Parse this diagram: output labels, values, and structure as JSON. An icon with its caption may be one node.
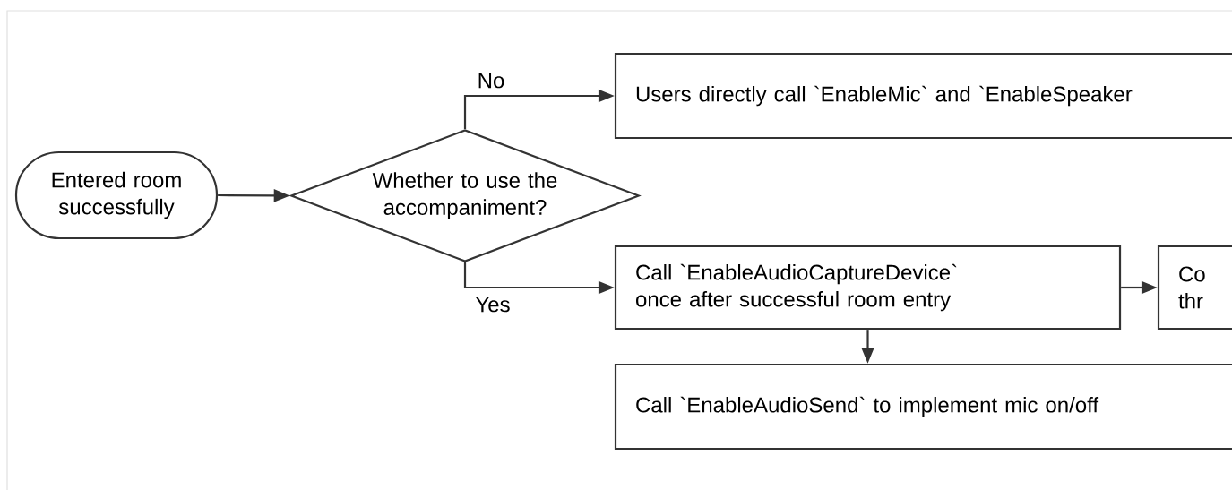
{
  "diagram": {
    "nodes": [
      {
        "text": [
          "Entered room successfully"
        ]
      },
      {
        "text": [
          "Whether to use the accompaniment?"
        ]
      },
      {
        "text": [
          "Users directly call `EnableMic` and `EnableSpeaker"
        ]
      },
      {
        "text": [
          "Call `EnableAudioCaptureDevice` once after successful room entry"
        ]
      },
      {
        "text": [
          "Co thr"
        ]
      },
      {
        "text": [
          "Call `EnableAudioSend` to implement mic on/off"
        ]
      }
    ],
    "edges": [
      {
        "from": 0,
        "to": 1,
        "arrow": "to"
      },
      {
        "from": 1,
        "to": 2,
        "arrow": "to",
        "label": "No"
      },
      {
        "from": 1,
        "to": 3,
        "arrow": "to",
        "label": "Yes"
      },
      {
        "from": 3,
        "to": 4,
        "arrow": "to"
      },
      {
        "from": 3,
        "to": 5,
        "arrow": "to"
      }
    ]
  }
}
